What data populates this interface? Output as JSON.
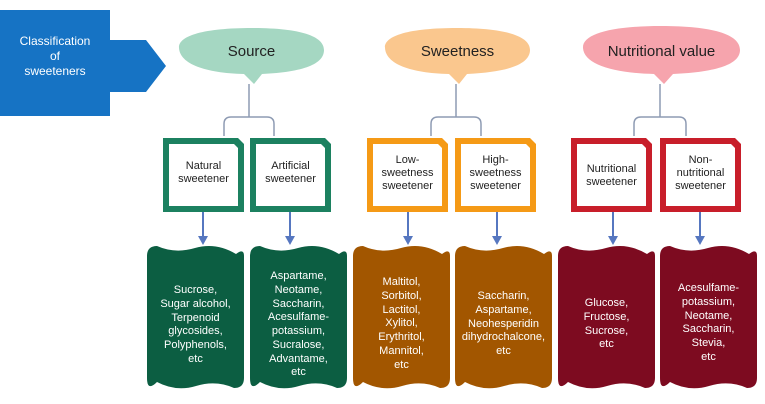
{
  "title": "Classification\nof\nsweeteners",
  "colors": {
    "arrow": "#1673C4",
    "cloud_source": "#A5D7C2",
    "cloud_sweetness": "#FAC78E",
    "cloud_nutrition": "#F6A4AD",
    "frame_source": "#1C8160",
    "frame_sweetness": "#F59A16",
    "frame_nutrition": "#C81E2A",
    "wave_source": "#0C5E42",
    "wave_sweetness": "#A25600",
    "wave_nutrition": "#7D0B20",
    "connector": "#8E9BB3",
    "down_arrow": "#5677C0"
  },
  "groups": [
    {
      "label": "Source",
      "children": [
        {
          "label": "Natural\nsweetener",
          "items": "Sucrose,\nSugar alcohol,\nTerpenoid\nglycosides,\nPolyphenols,\netc"
        },
        {
          "label": "Artificial\nsweetener",
          "items": "Aspartame,\nNeotame,\nSaccharin,\nAcesulfame-\npotassium,\nSucralose,\nAdvantame,\netc"
        }
      ]
    },
    {
      "label": "Sweetness",
      "children": [
        {
          "label": "Low-\nsweetness\nsweetener",
          "items": "Maltitol,\nSorbitol,\nLactitol,\nXylitol,\nErythritol,\nMannitol,\netc"
        },
        {
          "label": "High-\nsweetness\nsweetener",
          "items": "Saccharin,\nAspartame,\nNeohesperidin\ndihydrochalcone,\netc"
        }
      ]
    },
    {
      "label": "Nutritional value",
      "children": [
        {
          "label": "Nutritional\nsweetener",
          "items": "Glucose,\nFructose,\nSucrose,\netc"
        },
        {
          "label": "Non-\nnutritional\nsweetener",
          "items": "Acesulfame-\npotassium,\nNeotame,\nSaccharin,\nStevia,\netc"
        }
      ]
    }
  ]
}
